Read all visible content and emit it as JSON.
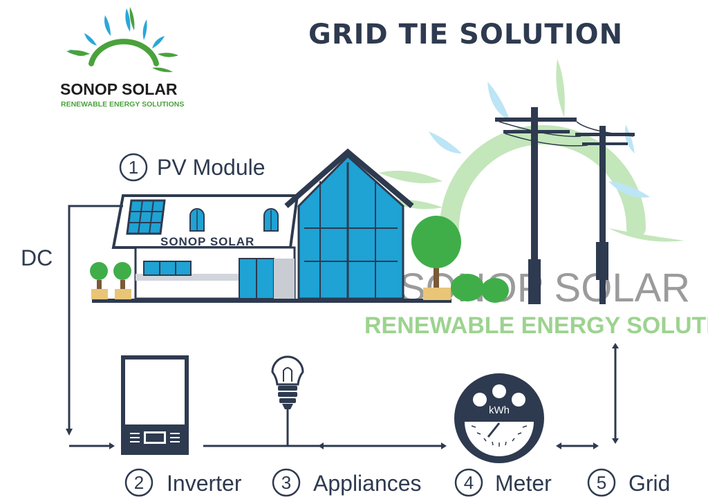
{
  "title": "GRID TIE SOLUTION",
  "logo": {
    "name": "SONOP SOLAR",
    "tagline": "RENEWABLE ENERGY SOLUTIONS"
  },
  "watermark": {
    "name": "SONOP SOLAR",
    "tagline": "RENEWABLE ENERGY SOLUTIONS"
  },
  "house_sign": "SONOP SOLAR",
  "dc_label": "DC",
  "meter_unit": "kWh",
  "components": [
    {
      "number": "1",
      "label": "PV Module"
    },
    {
      "number": "2",
      "label": "Inverter"
    },
    {
      "number": "3",
      "label": "Appliances"
    },
    {
      "number": "4",
      "label": "Meter"
    },
    {
      "number": "5",
      "label": "Grid"
    }
  ],
  "colors": {
    "dark": "#2e3a4f",
    "sun_green": "#4aa23c",
    "sun_blue": "#2aa7d8",
    "glass_blue": "#1fa2d4",
    "tree_green": "#3fae49"
  },
  "icons": [
    "sun-logo-icon",
    "solar-panel-icon",
    "house-icon",
    "tree-icon",
    "power-pole-icon",
    "inverter-icon",
    "light-bulb-icon",
    "meter-icon"
  ]
}
